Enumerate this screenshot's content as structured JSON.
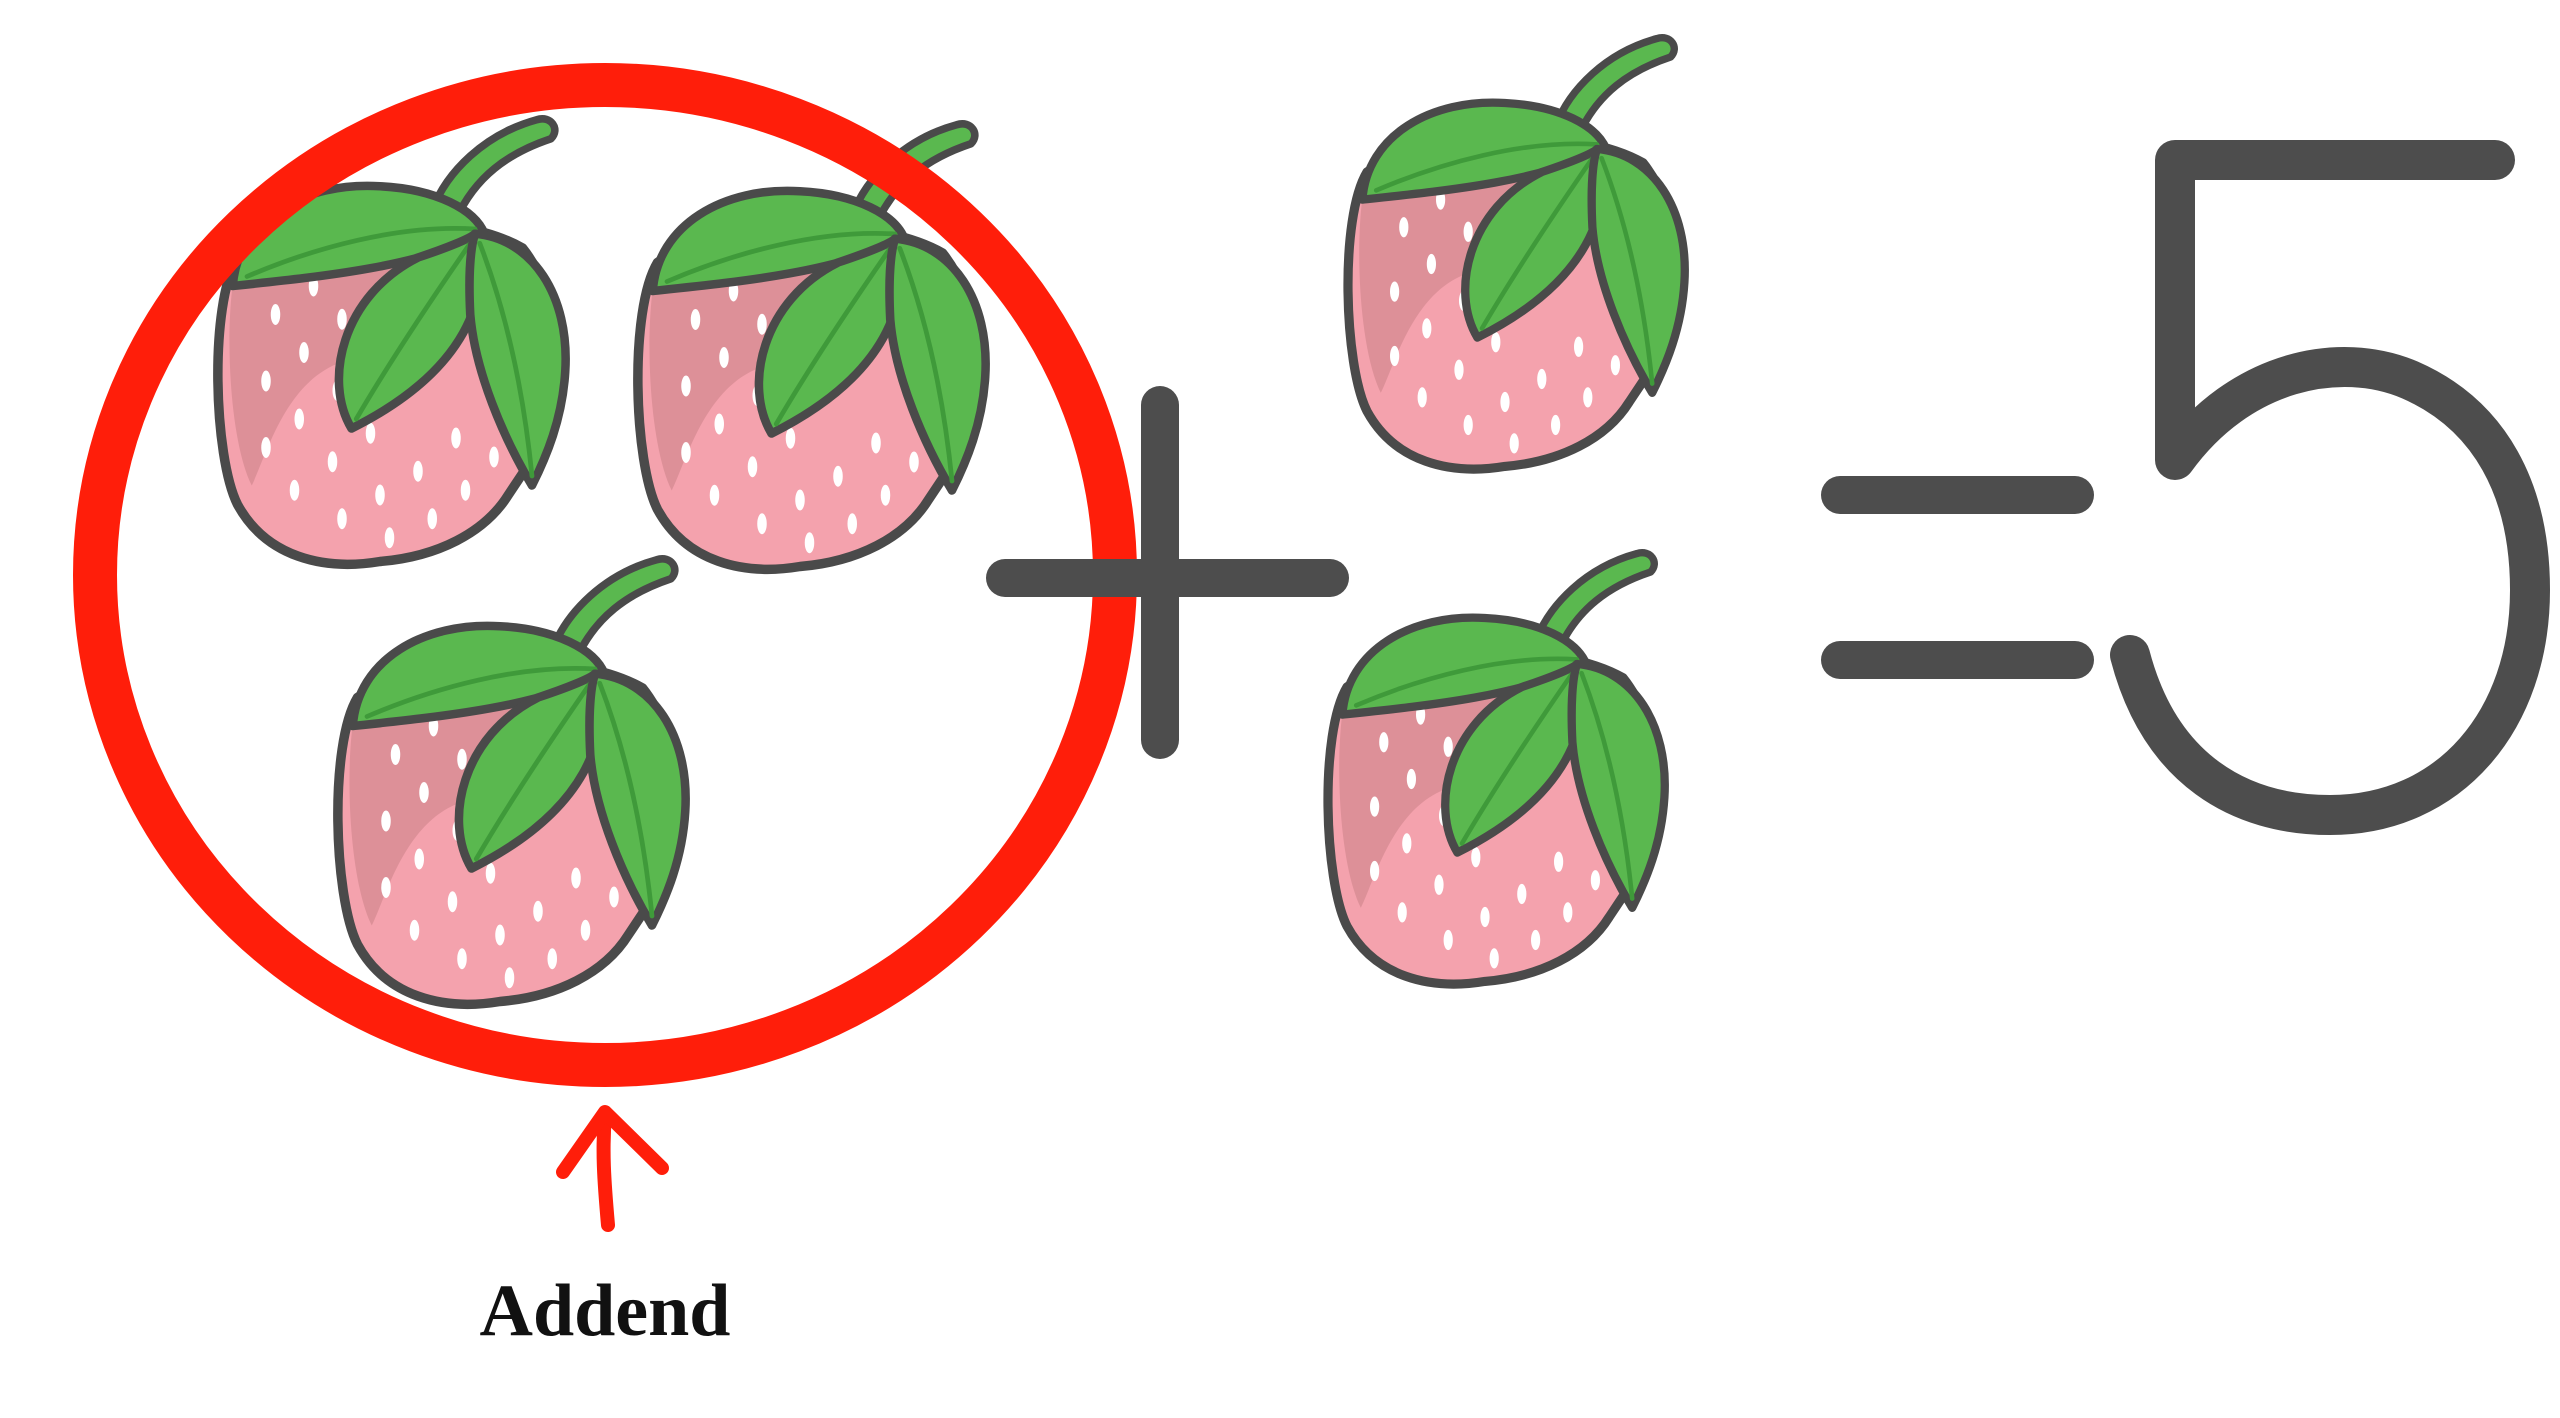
{
  "equation": {
    "first_addend_count": 3,
    "second_addend_count": 2,
    "plus_sign": "+",
    "equals_sign": "=",
    "sum": "5"
  },
  "annotation": {
    "label": "Addend"
  },
  "colors": {
    "background": "#ffffff",
    "symbols": "#4d4d4d",
    "highlight": "#ff1e0a",
    "label_text": "#111111",
    "berry_body": "#f4a2ad",
    "berry_shadow": "#d68a92",
    "berry_seed": "#ffffff",
    "leaf": "#5ab84f",
    "leaf_dark": "#3f9a3a",
    "outline": "#4a4a4a"
  },
  "icons": {
    "fruit": "strawberry-icon",
    "highlight": "circle-highlight",
    "pointer": "arrow-up-icon"
  }
}
